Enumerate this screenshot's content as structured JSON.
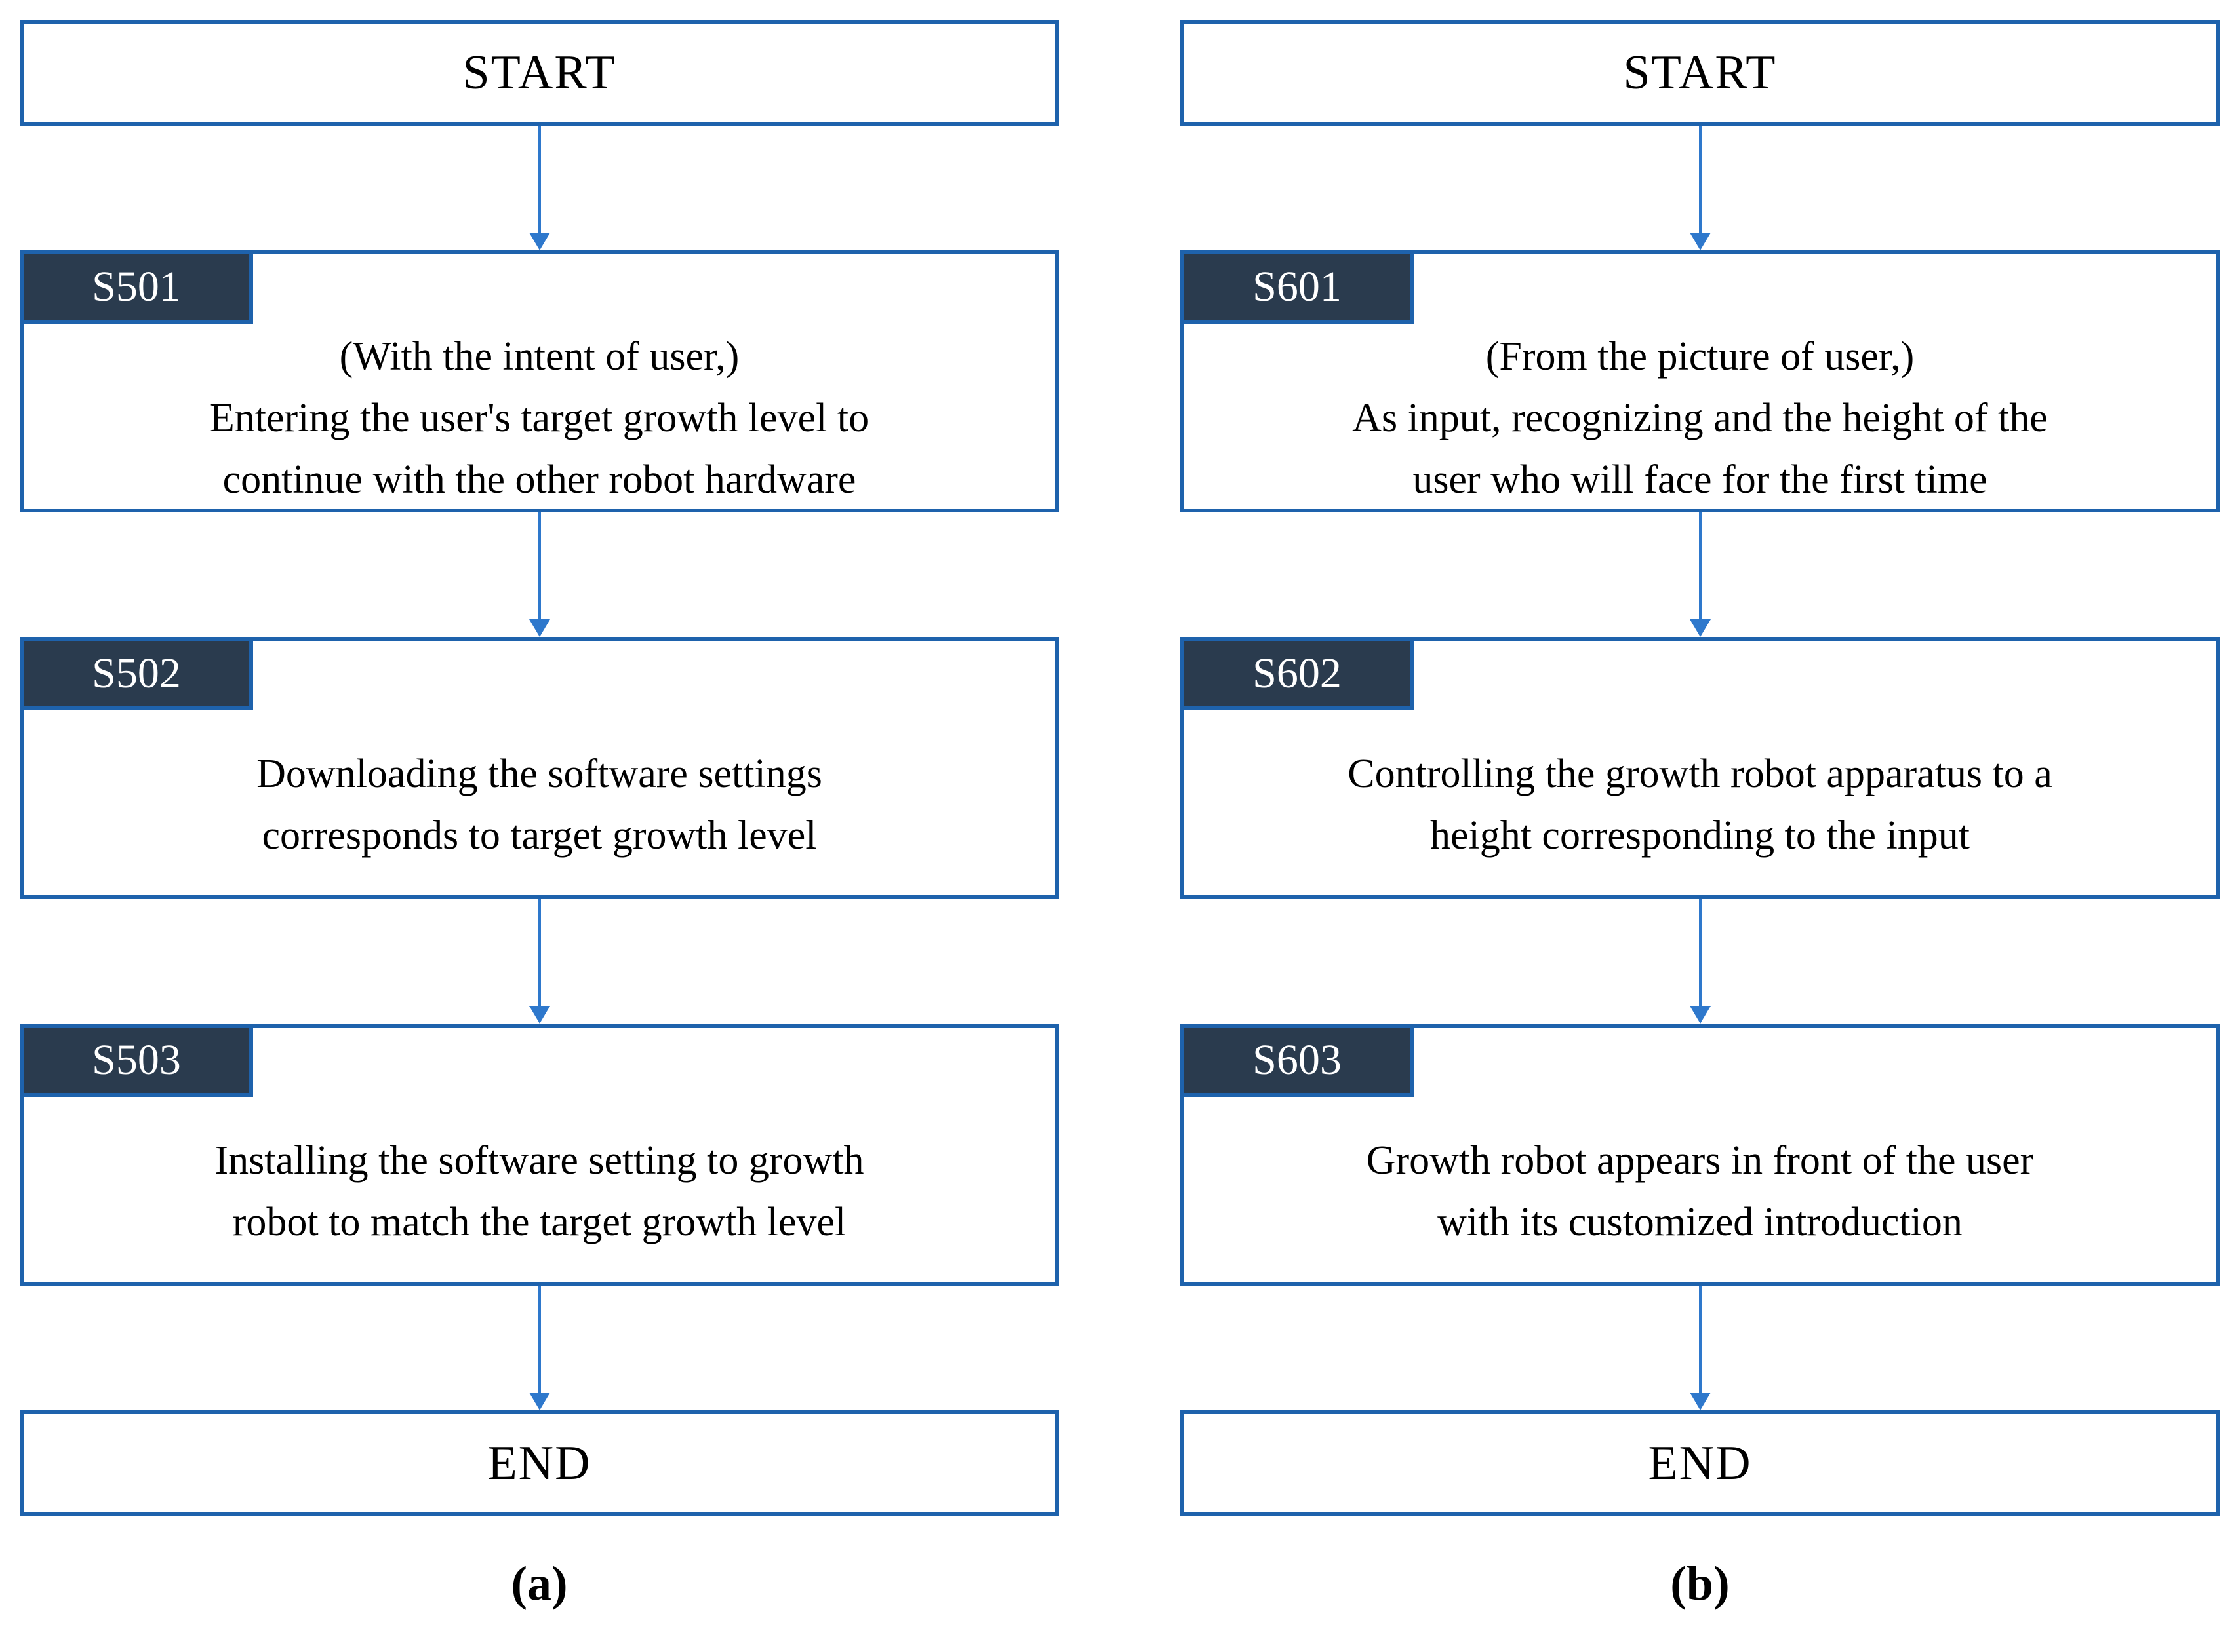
{
  "colors": {
    "box_border": "#1E62AC",
    "tab_background": "#2A3B4E",
    "tab_text": "#FFFFFF",
    "arrow": "#2E78CC",
    "body_text": "#000000",
    "page_background": "#FFFFFF"
  },
  "columns": [
    {
      "caption": "(a)",
      "start": "START",
      "end": "END",
      "steps": [
        {
          "tag": "S501",
          "lines": [
            "(With the intent of user,)",
            "Entering the user's target growth level to",
            "continue with the other robot hardware"
          ]
        },
        {
          "tag": "S502",
          "lines": [
            "Downloading the software settings",
            "corresponds to target growth level"
          ]
        },
        {
          "tag": "S503",
          "lines": [
            "Installing the software setting to growth",
            "robot to match the target growth level"
          ]
        }
      ]
    },
    {
      "caption": "(b)",
      "start": "START",
      "end": "END",
      "steps": [
        {
          "tag": "S601",
          "lines": [
            "(From the picture of user,)",
            "As input, recognizing and the height of the",
            "user who will face for the first time"
          ]
        },
        {
          "tag": "S602",
          "lines": [
            "Controlling the growth robot apparatus to a",
            "height corresponding to the input"
          ]
        },
        {
          "tag": "S603",
          "lines": [
            "Growth robot appears in front of the user",
            "with its customized introduction"
          ]
        }
      ]
    }
  ]
}
